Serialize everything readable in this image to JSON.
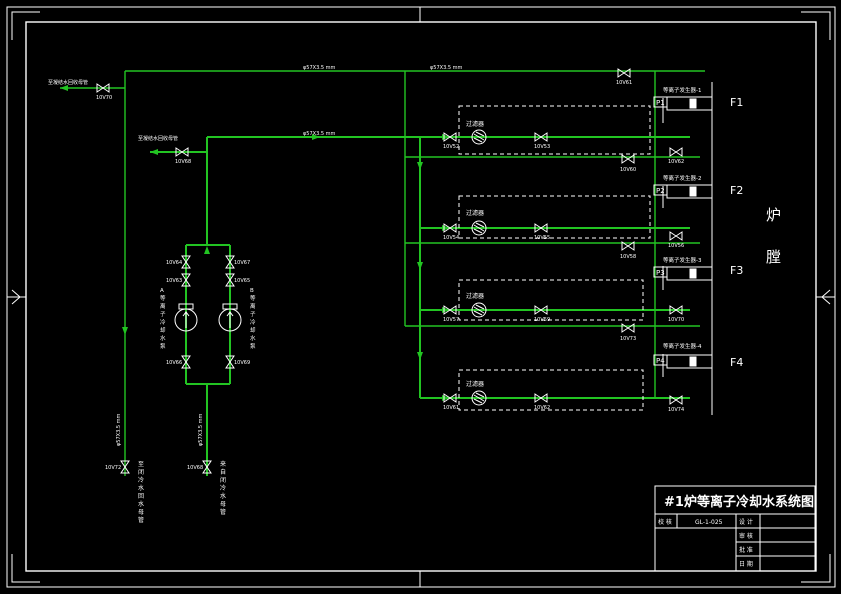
{
  "title_block": {
    "drawing_title": "#1炉等离子冷却水系统图",
    "rows": [
      {
        "c1": "校 核",
        "c2": "GL-1-025",
        "c3": "设 计",
        "c4": ""
      },
      {
        "c1": "",
        "c2": "",
        "c3": "审 核",
        "c4": ""
      },
      {
        "c1": "",
        "c2": "",
        "c3": "批 准",
        "c4": ""
      },
      {
        "c1": "",
        "c2": "",
        "c3": "日 期",
        "c4": ""
      }
    ]
  },
  "furnace": {
    "label_1": "炉",
    "label_2": "膛"
  },
  "generators": [
    {
      "tag": "P1",
      "name": "等离子发生器-1",
      "port": "F1"
    },
    {
      "tag": "P2",
      "name": "等离子发生器-2",
      "port": "F2"
    },
    {
      "tag": "P3",
      "name": "等离子发生器-3",
      "port": "F3"
    },
    {
      "tag": "P4",
      "name": "等离子发生器-4",
      "port": "F4"
    }
  ],
  "filters": [
    "过滤器",
    "过滤器",
    "过滤器",
    "过滤器"
  ],
  "pipe_labels": {
    "top_return": "φ57X3.5 mm",
    "top_return_right": "φ57X3.5 mm",
    "supply_main": "φ57X3.5 mm",
    "left_vertical_return": "φ57X3.5 mm",
    "left_vertical_supply": "φ57X3.5 mm",
    "outlet_left_top": "至凝结水回收母管",
    "outlet_left_mid": "至凝结水回收母管",
    "outlet_bottom_left": "至闭冷水回水母管",
    "outlet_bottom_right": "来自闭冷水母管"
  },
  "pumps": {
    "a_label": "A 等离子冷却水泵",
    "b_label": "B 等离子冷却水泵"
  },
  "valves": {
    "v_top_outlet": "10V70",
    "v_mid_outlet": "10V68",
    "v_top_return": "10V61",
    "v_a_in_1": "10V64",
    "v_a_in_2": "10V63",
    "v_a_out": "10V66",
    "v_b_in_1": "10V67",
    "v_b_in_2": "10V65",
    "v_b_out": "10V69",
    "v_bl": "10V72",
    "v_br": "10V68",
    "row1_in": "10V52",
    "row1_mid": "10V53",
    "row1_out": "10V62",
    "row1_ret": "10V60",
    "row2_in": "10V54",
    "row2_mid": "10V55",
    "row2_out": "10V56",
    "row2_ret": "10V58",
    "row3_in": "10V57",
    "row3_mid": "10V59",
    "row3_out": "10V70",
    "row3_ret": "10V73",
    "row4_in": "10V61",
    "row4_mid": "10V62",
    "row4_out": "10V74"
  }
}
